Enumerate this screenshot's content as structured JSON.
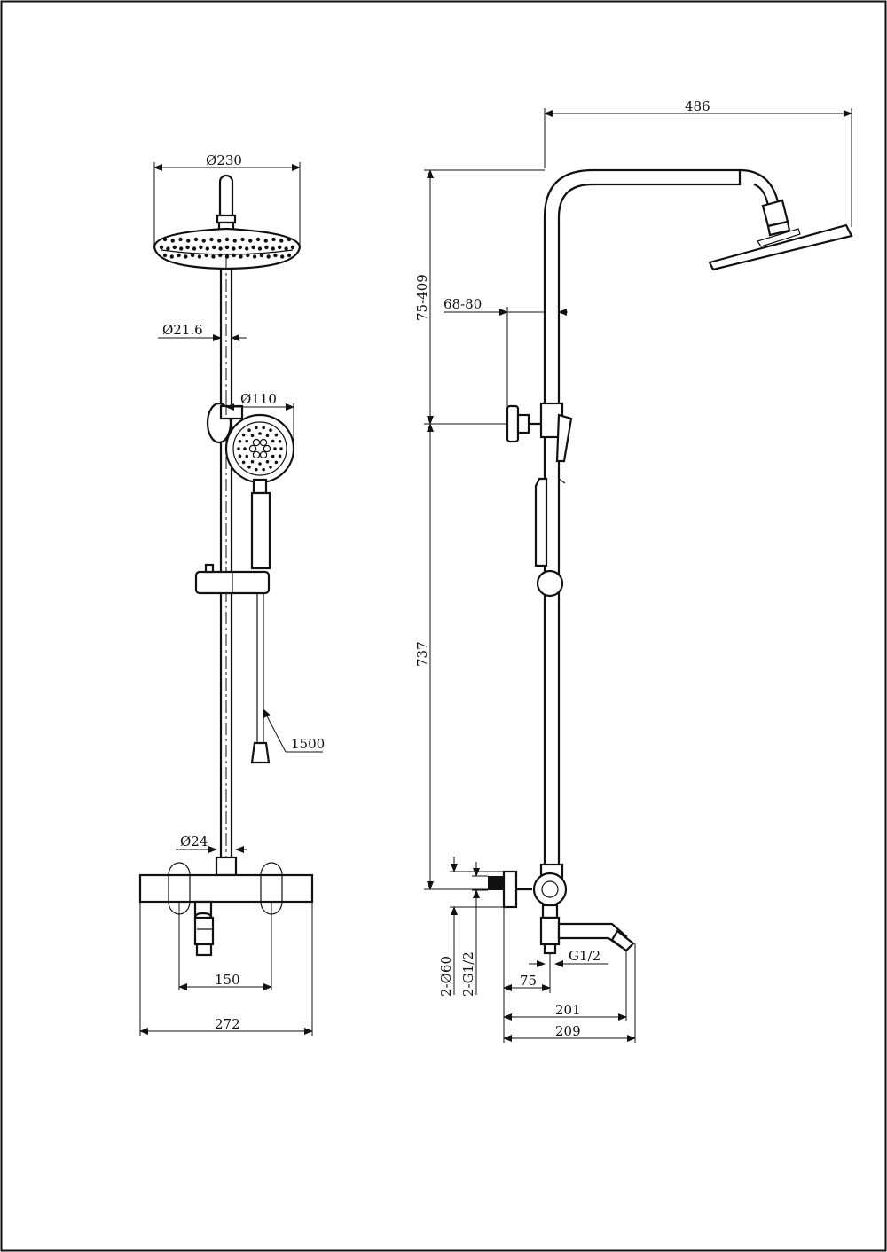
{
  "dimensions": {
    "head_diameter": "Ø230",
    "rod_diameter": "Ø21.6",
    "hand_shower_diameter": "Ø110",
    "hose_length": "1500",
    "pipe_diameter": "Ø24",
    "inlet_spacing": "150",
    "valve_width": "272",
    "arm_reach": "486",
    "height_adjust": "75-409",
    "bracket_offset": "68-80",
    "rail_height": "737",
    "inlet_dia": "2-Ø60",
    "inlet_thread": "2-G1/2",
    "spout_thread": "G1/2",
    "wall_gap": "75",
    "spout_reach_1": "201",
    "spout_reach_2": "209"
  },
  "colors": {
    "line": "#111111",
    "background": "#ffffff"
  }
}
